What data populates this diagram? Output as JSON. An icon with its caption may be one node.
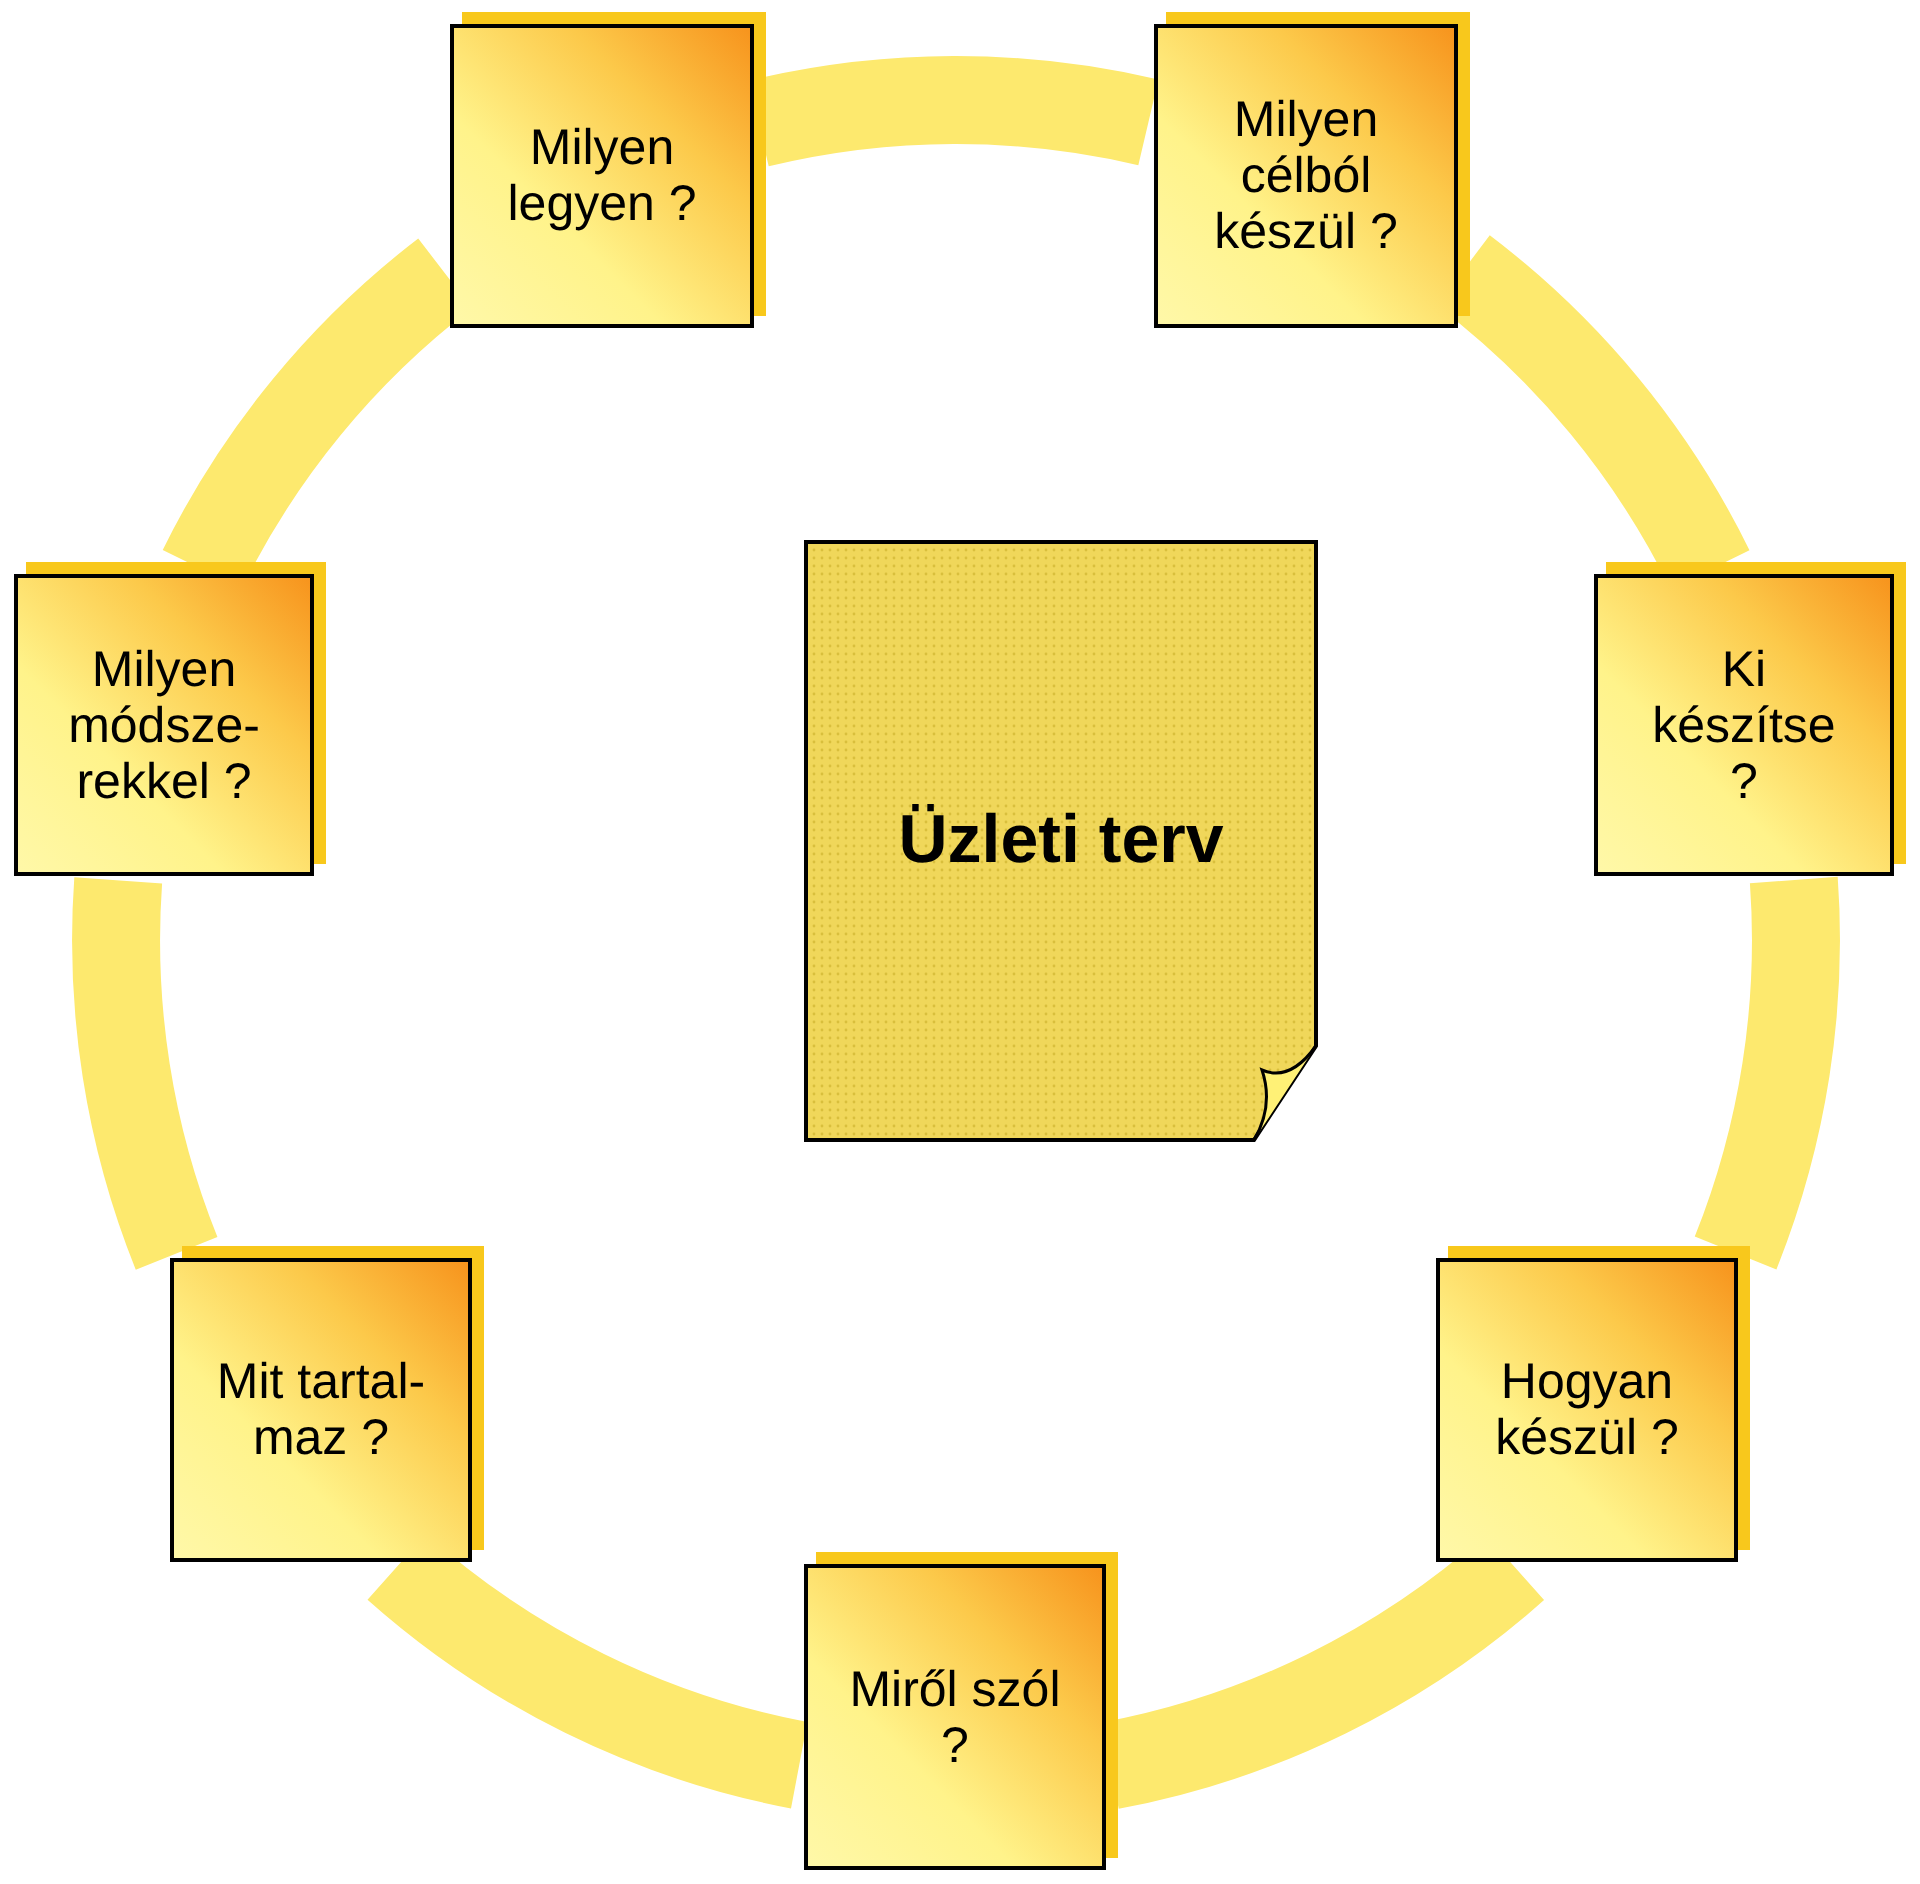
{
  "diagram": {
    "nodes": [
      {
        "text": [
          "Milyen legyen ?"
        ]
      },
      {
        "text": [
          "Milyen célból készül ?"
        ]
      },
      {
        "text": [
          "Milyen módsze- rekkel ?"
        ]
      },
      {
        "text": [
          "Üzleti terv"
        ]
      },
      {
        "text": [
          "Ki készítse ?"
        ]
      },
      {
        "text": [
          "Mit tartal- maz ?"
        ]
      },
      {
        "text": [
          "Hogyan készül ?"
        ]
      },
      {
        "text": [
          "Miről szól ?"
        ]
      }
    ],
    "edges": [
      {
        "from": 0,
        "to": 1,
        "arrow": "none"
      },
      {
        "from": 1,
        "to": 4,
        "arrow": "none"
      },
      {
        "from": 4,
        "to": 6,
        "arrow": "none"
      },
      {
        "from": 6,
        "to": 7,
        "arrow": "none"
      },
      {
        "from": 7,
        "to": 5,
        "arrow": "none"
      },
      {
        "from": 5,
        "to": 2,
        "arrow": "none"
      },
      {
        "from": 2,
        "to": 0,
        "arrow": "none"
      }
    ]
  }
}
